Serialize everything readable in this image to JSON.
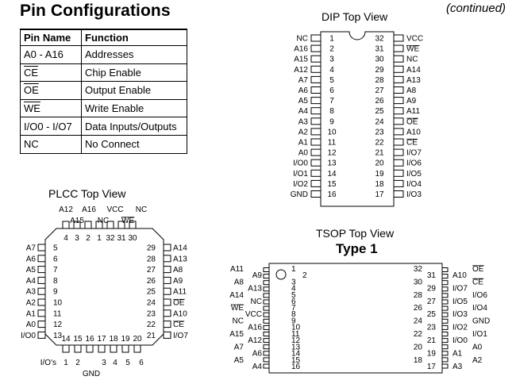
{
  "title": "Pin Configurations",
  "continued": "(continued)",
  "table": {
    "headers": [
      "Pin Name",
      "Function"
    ],
    "rows": [
      {
        "name": "A0 - A16",
        "function": "Addresses",
        "overline": false
      },
      {
        "name": "CE",
        "function": "Chip Enable",
        "overline": true
      },
      {
        "name": "OE",
        "function": "Output Enable",
        "overline": true
      },
      {
        "name": "WE",
        "function": "Write Enable",
        "overline": true
      },
      {
        "name": "I/O0 - I/O7",
        "function": "Data Inputs/Outputs",
        "overline": false
      },
      {
        "name": "NC",
        "function": "No Connect",
        "overline": false
      }
    ]
  },
  "dip": {
    "title": "DIP Top View",
    "left": [
      [
        "NC",
        "1"
      ],
      [
        "A16",
        "2"
      ],
      [
        "A15",
        "3"
      ],
      [
        "A12",
        "4"
      ],
      [
        "A7",
        "5"
      ],
      [
        "A6",
        "6"
      ],
      [
        "A5",
        "7"
      ],
      [
        "A4",
        "8"
      ],
      [
        "A3",
        "9"
      ],
      [
        "A2",
        "10"
      ],
      [
        "A1",
        "11"
      ],
      [
        "A0",
        "12"
      ],
      [
        "I/O0",
        "13"
      ],
      [
        "I/O1",
        "14"
      ],
      [
        "I/O2",
        "15"
      ],
      [
        "GND",
        "16"
      ]
    ],
    "right": [
      [
        "VCC",
        "32"
      ],
      [
        "WE",
        "31"
      ],
      [
        "NC",
        "30"
      ],
      [
        "A14",
        "29"
      ],
      [
        "A13",
        "28"
      ],
      [
        "A8",
        "27"
      ],
      [
        "A9",
        "26"
      ],
      [
        "A11",
        "25"
      ],
      [
        "OE",
        "24"
      ],
      [
        "A10",
        "23"
      ],
      [
        "CE",
        "22"
      ],
      [
        "I/O7",
        "21"
      ],
      [
        "I/O6",
        "20"
      ],
      [
        "I/O5",
        "19"
      ],
      [
        "I/O4",
        "18"
      ],
      [
        "I/O3",
        "17"
      ]
    ],
    "overlined": [
      "WE",
      "OE",
      "CE"
    ]
  },
  "plcc": {
    "title": "PLCC Top View",
    "top_labels": [
      "A12",
      "A16",
      "VCC",
      "NC",
      "A15",
      "NC",
      "WE"
    ],
    "top_numbers": [
      "4",
      "3",
      "2",
      "1",
      "32",
      "31",
      "30"
    ],
    "left": [
      [
        "A7",
        "5"
      ],
      [
        "A6",
        "6"
      ],
      [
        "A5",
        "7"
      ],
      [
        "A4",
        "8"
      ],
      [
        "A3",
        "9"
      ],
      [
        "A2",
        "10"
      ],
      [
        "A1",
        "11"
      ],
      [
        "A0",
        "12"
      ],
      [
        "I/O0",
        "13"
      ]
    ],
    "right": [
      [
        "A14",
        "29"
      ],
      [
        "A13",
        "28"
      ],
      [
        "A8",
        "27"
      ],
      [
        "A9",
        "26"
      ],
      [
        "A11",
        "25"
      ],
      [
        "OE",
        "24"
      ],
      [
        "A10",
        "23"
      ],
      [
        "CE",
        "22"
      ],
      [
        "I/O7",
        "21"
      ]
    ],
    "bottom_numbers": [
      "14",
      "15",
      "16",
      "17",
      "18",
      "19",
      "20"
    ],
    "io_label": "I/O's",
    "io_numbers": [
      "1",
      "2",
      "3",
      "4",
      "5",
      "6"
    ],
    "gnd_label": "GND"
  },
  "tsop": {
    "title": "TSOP Top View",
    "subtitle": "Type 1",
    "left_outer": [
      "A11",
      "A8",
      "A14",
      "WE",
      "NC",
      "A15",
      "A7",
      "A5"
    ],
    "left_inner": [
      "A9",
      "A13",
      "NC",
      "VCC",
      "A16",
      "A12",
      "A6",
      "A4"
    ],
    "left_odd": [
      "1",
      "3",
      "5",
      "7",
      "9",
      "11",
      "13",
      "15"
    ],
    "left_even": [
      "2",
      "4",
      "6",
      "8",
      "10",
      "12",
      "14",
      "16"
    ],
    "right_outer": [
      "OE",
      "CE",
      "I/O6",
      "I/O4",
      "GND",
      "I/O1",
      "A0",
      "A2"
    ],
    "right_inner": [
      "A10",
      "I/O7",
      "I/O5",
      "I/O3",
      "I/O2",
      "I/O0",
      "A1",
      "A3"
    ],
    "right_even": [
      "32",
      "30",
      "28",
      "26",
      "24",
      "22",
      "20",
      "18"
    ],
    "right_odd": [
      "31",
      "29",
      "27",
      "25",
      "23",
      "21",
      "19",
      "17"
    ]
  }
}
